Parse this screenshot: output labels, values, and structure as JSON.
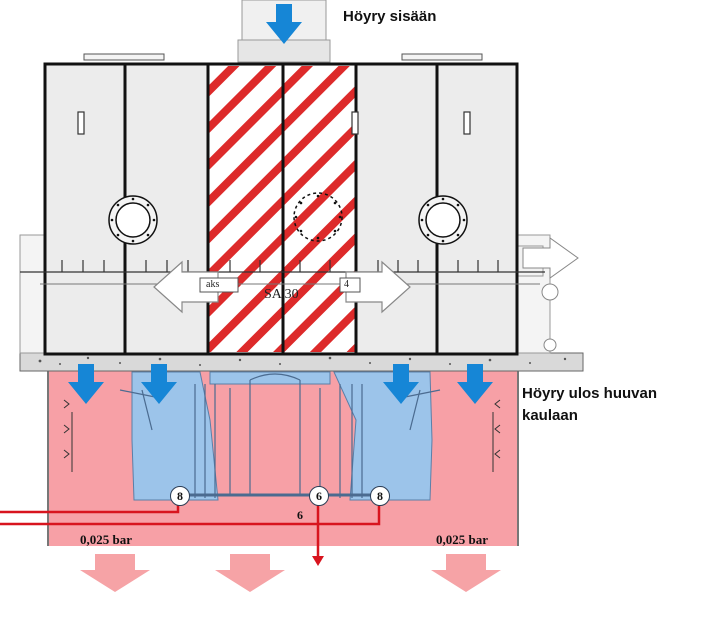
{
  "labels": {
    "steam_in": "Höyry sisään",
    "steam_out_line1": "Höyry ulos huuvan",
    "steam_out_line2": "kaulaan",
    "pressure_left": "0,025 bar",
    "pressure_right": "0,025 bar",
    "connection_number": "6",
    "shaft_label": "SA 30",
    "bearing_label_left": "aks",
    "bearing_label_right": "4"
  },
  "bubbles": {
    "left": "8",
    "middle": "6",
    "right": "8"
  },
  "colors": {
    "casing_fill": "#ececec",
    "casing_stroke": "#111111",
    "hatch_red": "#dd2a2a",
    "exhaust_hood": "#f7a0a6",
    "blade_blue": "#9cc4ea",
    "arrow_blue": "#1686d6",
    "pipe_red": "#d8141e",
    "flow_arrow_pink": "#f6a3a6"
  }
}
